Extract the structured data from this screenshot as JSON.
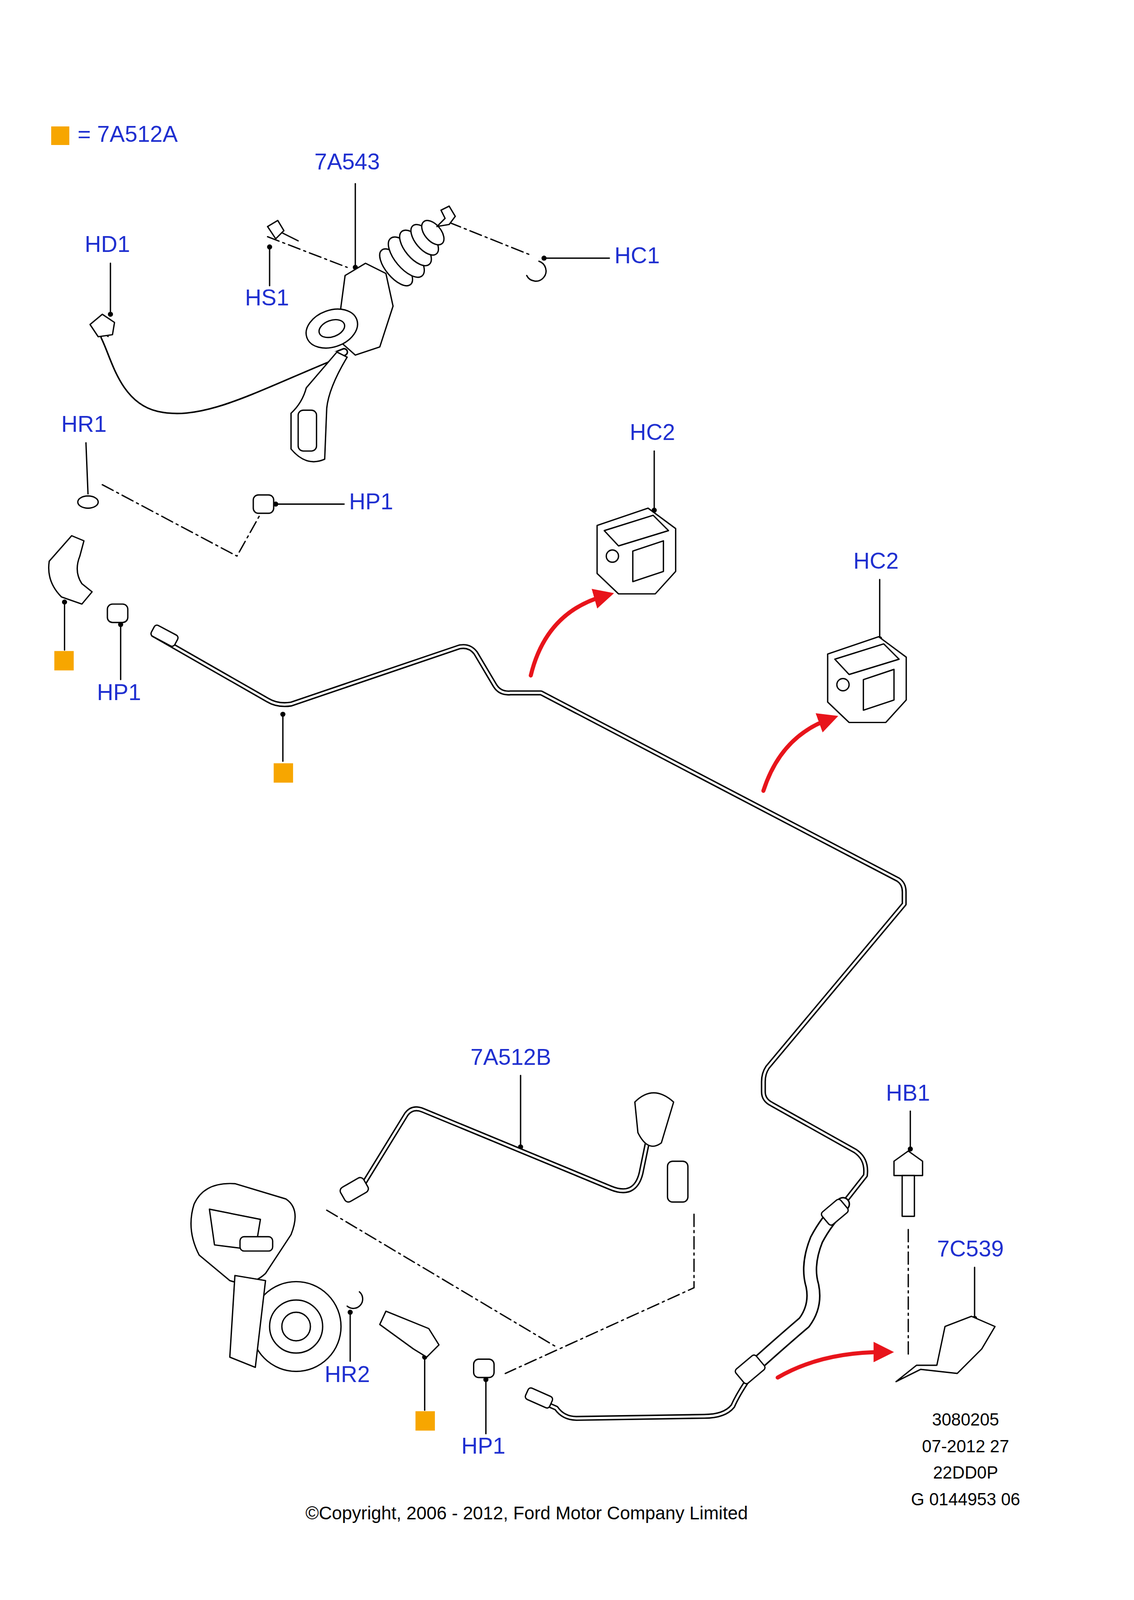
{
  "diagram": {
    "caption": "©Copyright, 2006 - 2012, Ford Motor Company Limited",
    "labels": [
      "7A543",
      "HD1",
      "HS1",
      "HC1",
      "HR1",
      "HP1",
      "HC2",
      "HP1",
      "HC2",
      "7A512B",
      "HB1",
      "7C539",
      "HR2",
      "HP1",
      "3080205",
      "07-2012 27",
      "22DD0P",
      "G 0144953 06"
    ],
    "legend": [
      {
        "text": "= 7A512A",
        "color": "#f7a600"
      }
    ]
  }
}
